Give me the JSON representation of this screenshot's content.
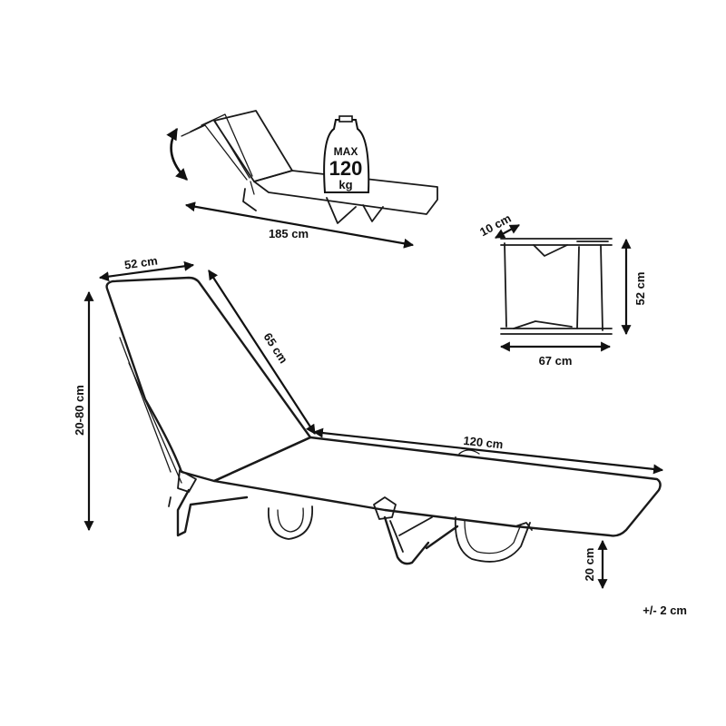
{
  "dimensions": {
    "overall_length": "185 cm",
    "backrest_width": "52 cm",
    "backrest_length": "65 cm",
    "backrest_height": "20-80 cm",
    "seat_length": "120 cm",
    "seat_height": "20 cm",
    "folded_depth": "10 cm",
    "folded_height": "52 cm",
    "folded_width": "67 cm",
    "tolerance": "+/- 2 cm"
  },
  "weight_badge": {
    "prefix": "MAX",
    "value": "120",
    "unit": "kg"
  },
  "icons": [
    "adjust-arrow-icon",
    "weight-icon"
  ],
  "colors": {
    "line": "#1a1a1a",
    "background": "#ffffff"
  }
}
